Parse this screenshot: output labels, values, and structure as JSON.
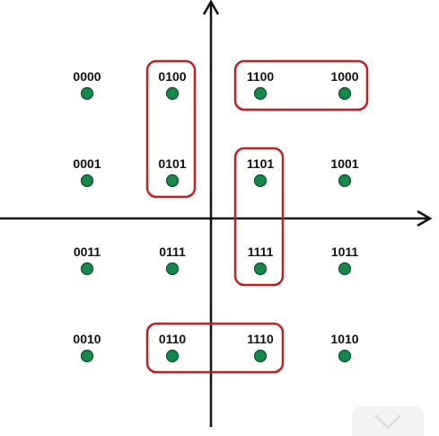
{
  "diagram": {
    "type": "constellation",
    "colors": {
      "axis": "#111111",
      "point": "#138a4a",
      "point_stroke": "#0b4f2a",
      "group_box": "#c0201f",
      "label": "#111111"
    },
    "points": [
      {
        "label": "0000",
        "row": 0,
        "col": 0
      },
      {
        "label": "0100",
        "row": 0,
        "col": 1
      },
      {
        "label": "1100",
        "row": 0,
        "col": 2
      },
      {
        "label": "1000",
        "row": 0,
        "col": 3
      },
      {
        "label": "0001",
        "row": 1,
        "col": 0
      },
      {
        "label": "0101",
        "row": 1,
        "col": 1
      },
      {
        "label": "1101",
        "row": 1,
        "col": 2
      },
      {
        "label": "1001",
        "row": 1,
        "col": 3
      },
      {
        "label": "0011",
        "row": 2,
        "col": 0
      },
      {
        "label": "0111",
        "row": 2,
        "col": 1
      },
      {
        "label": "1111",
        "row": 2,
        "col": 2
      },
      {
        "label": "1011",
        "row": 2,
        "col": 3
      },
      {
        "label": "0010",
        "row": 3,
        "col": 0
      },
      {
        "label": "0110",
        "row": 3,
        "col": 1
      },
      {
        "label": "1110",
        "row": 3,
        "col": 2
      },
      {
        "label": "1010",
        "row": 3,
        "col": 3
      }
    ],
    "groups": [
      {
        "members": [
          "0100",
          "0101"
        ]
      },
      {
        "members": [
          "1100",
          "1000"
        ]
      },
      {
        "members": [
          "1101",
          "1111"
        ]
      },
      {
        "members": [
          "0110",
          "1110"
        ]
      }
    ]
  }
}
